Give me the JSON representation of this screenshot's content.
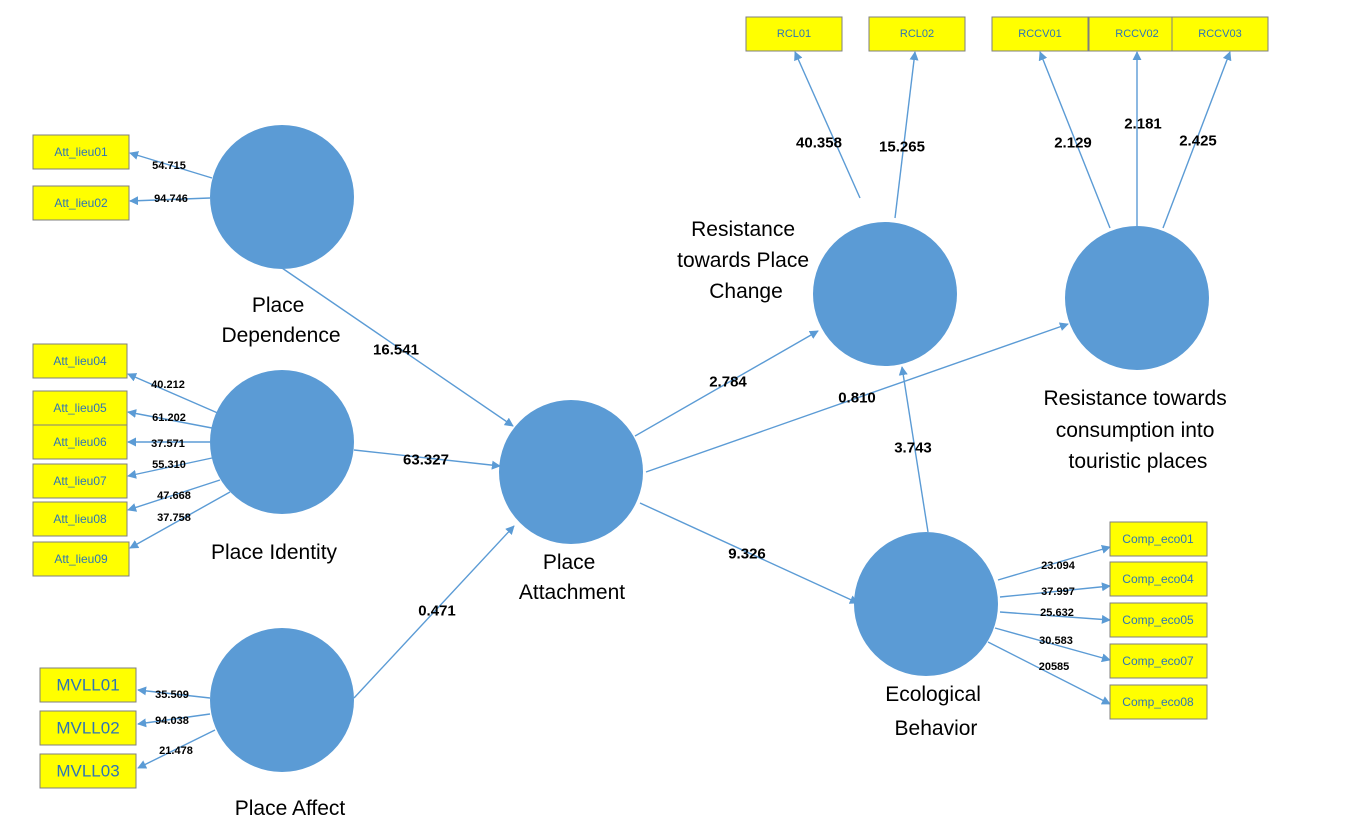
{
  "colors": {
    "construct": "#5b9bd5",
    "indicator_fill": "#ffff00",
    "indicator_text": "#2e75b6",
    "arrow": "#5b9bd5"
  },
  "constructs": {
    "dependence": [
      "Place",
      "Dependence"
    ],
    "identity": [
      "Place Identity"
    ],
    "affect": [
      "Place Affect"
    ],
    "attachment": [
      "Place",
      "Attachment"
    ],
    "rpc": [
      "Resistance",
      "towards Place",
      "Change"
    ],
    "rcc": [
      "Resistance towards",
      "consumption into",
      "touristic places"
    ],
    "eco": [
      "Ecological",
      "Behavior"
    ]
  },
  "indicators": {
    "att_lieu01": "Att_lieu01",
    "att_lieu02": "Att_lieu02",
    "att_lieu04": "Att_lieu04",
    "att_lieu05": "Att_lieu05",
    "att_lieu06": "Att_lieu06",
    "att_lieu07": "Att_lieu07",
    "att_lieu08": "Att_lieu08",
    "att_lieu09": "Att_lieu09",
    "mvll01": "MVLL01",
    "mvll02": "MVLL02",
    "mvll03": "MVLL03",
    "rcl01": "RCL01",
    "rcl02": "RCL02",
    "rccv01": "RCCV01",
    "rccv02": "RCCV02",
    "rccv03": "RCCV03",
    "comp_eco01": "Comp_eco01",
    "comp_eco04": "Comp_eco04",
    "comp_eco05": "Comp_eco05",
    "comp_eco07": "Comp_eco07",
    "comp_eco08": "Comp_eco08"
  },
  "loadings": {
    "att_lieu01": "54.715",
    "att_lieu02": "94.746",
    "att_lieu04": "40.212",
    "att_lieu05": "61.202",
    "att_lieu06": "37.571",
    "att_lieu07": "55.310",
    "att_lieu08": "47.668",
    "att_lieu09": "37.758",
    "mvll01": "35.509",
    "mvll02": "94.038",
    "mvll03": "21.478",
    "rcl01": "40.358",
    "rcl02": "15.265",
    "rccv01": "2.129",
    "rccv02": "2.181",
    "rccv03": "2.425",
    "comp_eco01": "23.094",
    "comp_eco04": "37.997",
    "comp_eco05": "25.632",
    "comp_eco07": "30.583",
    "comp_eco08": "20585"
  },
  "paths": {
    "dependence_attachment": "16.541",
    "identity_attachment": "63.327",
    "affect_attachment": "0.471",
    "attachment_rpc": "2.784",
    "attachment_rcc": "0.810",
    "attachment_eco": "9.326",
    "eco_rpc": "3.743"
  }
}
